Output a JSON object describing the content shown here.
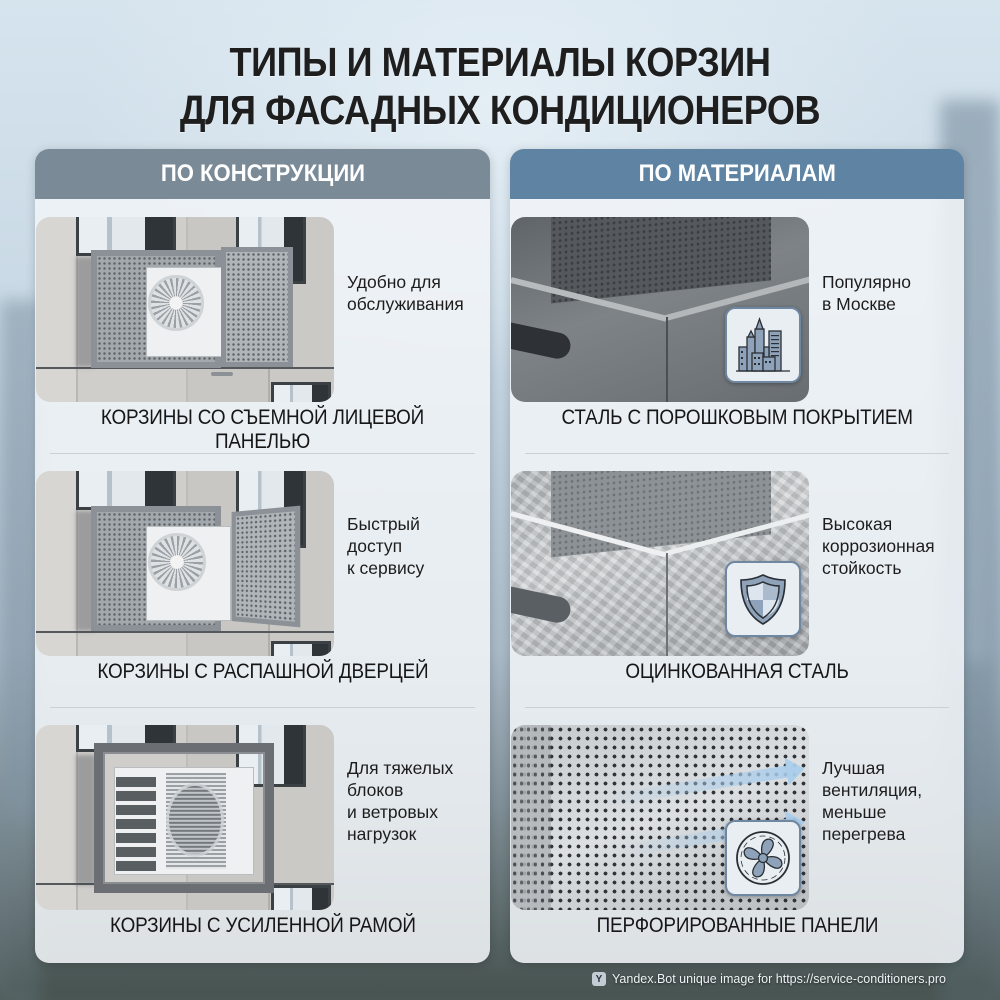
{
  "title": {
    "line1": "ТИПЫ И МАТЕРИАЛЫ КОРЗИН",
    "line2": "ДЛЯ ФАСАДНЫХ КОНДИЦИОНЕРОВ"
  },
  "colors": {
    "left_header": "#7a8a97",
    "right_header": "#5f84a3",
    "icon_border": "#6f87a1",
    "icon_fill": "#8ea3b9"
  },
  "left_panel": {
    "header": "ПО КОНСТРУКЦИИ",
    "items": [
      {
        "caption": "КОРЗИНЫ СО СЪЕМНОЙ ЛИЦЕВОЙ ПАНЕЛЬЮ",
        "note": "Удобно для\nобслуживания",
        "image": "removable-front-panel-basket"
      },
      {
        "caption": "КОРЗИНЫ С РАСПАШНОЙ ДВЕРЦЕЙ",
        "note": "Быстрый\nдоступ\nк сервису",
        "image": "hinged-door-basket"
      },
      {
        "caption": "КОРЗИНЫ С УСИЛЕННОЙ РАМОЙ",
        "note": "Для тяжелых\nблоков\nи ветровых\nнагрузок",
        "image": "reinforced-frame-basket"
      }
    ]
  },
  "right_panel": {
    "header": "ПО МАТЕРИАЛАМ",
    "items": [
      {
        "caption": "СТАЛЬ С ПОРОШКОВЫМ ПОКРЫТИЕМ",
        "note": "Популярно\nв Москве",
        "image": "powder-coated-steel",
        "icon": "city-skyline-icon"
      },
      {
        "caption": "ОЦИНКОВАННАЯ СТАЛЬ",
        "note": "Высокая\nкоррозионная\nстойкость",
        "image": "galvanized-steel",
        "icon": "shield-icon"
      },
      {
        "caption": "ПЕРФОРИРОВАННЫЕ ПАНЕЛИ",
        "note": "Лучшая\nвентиляция,\nменьше\nперегрева",
        "image": "perforated-panels",
        "icon": "fan-icon"
      }
    ]
  },
  "watermark": {
    "logo": "Y",
    "text": "Yandex.Bot unique image for https://service-conditioners.pro"
  }
}
